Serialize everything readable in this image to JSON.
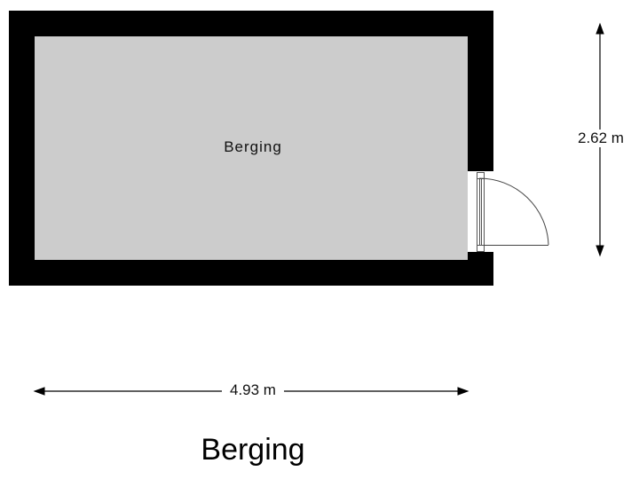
{
  "floorplan": {
    "room": {
      "name": "Berging",
      "fill": "#cccccc",
      "wall_color": "#000000"
    },
    "dimensions": {
      "width": "4.93 m",
      "height": "2.62 m"
    },
    "door": {
      "type": "swing-door",
      "wall": "right"
    }
  },
  "title": "Berging"
}
